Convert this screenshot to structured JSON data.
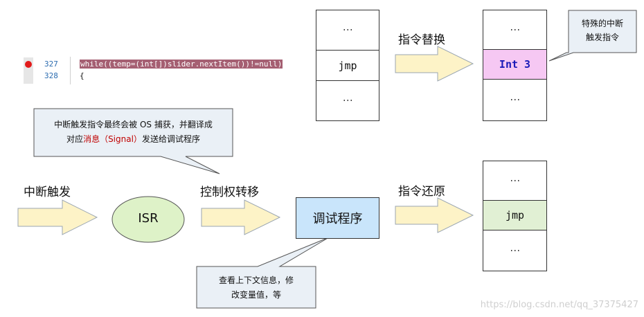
{
  "code": {
    "line1_number": "327",
    "line2_number": "328",
    "line1_text": "while((temp=(int[])slider.nextItem())!=null)",
    "line2_text": "{"
  },
  "memory": {
    "dots": "⋮",
    "original_instruction": "jmp",
    "replaced_instruction": "Int 3",
    "restored_instruction": "jmp"
  },
  "labels": {
    "replace": "指令替换",
    "restore": "指令还原",
    "interrupt_trigger": "中断触发",
    "control_transfer": "控制权转移",
    "isr": "ISR",
    "debugger": "调试程序"
  },
  "callouts": {
    "special_interrupt_line1": "特殊的中断",
    "special_interrupt_line2": "触发指令",
    "os_capture_line1": "中断触发指令最终会被 OS 捕获，并翻译成",
    "os_capture_line2_a": "对应",
    "os_capture_line2_b": "消息（Signal）",
    "os_capture_line2_c": "发送给调试程序",
    "inspect_line1": "查看上下文信息，修",
    "inspect_line2": "改变量值，等"
  },
  "watermark": "https://blog.csdn.net/qq_37375427",
  "colors": {
    "arrow_fill": "#fdf3c7",
    "int3_fill": "#f6c8f3",
    "jmp_restored_fill": "#e1f0d4",
    "isr_fill": "#def2c8",
    "debugger_fill": "#c9e5fb",
    "callout_fill": "#eaf0f6",
    "highlight_code": "#a55f72",
    "signal_text": "#c00000",
    "breakpoint": "#e21b1b"
  }
}
